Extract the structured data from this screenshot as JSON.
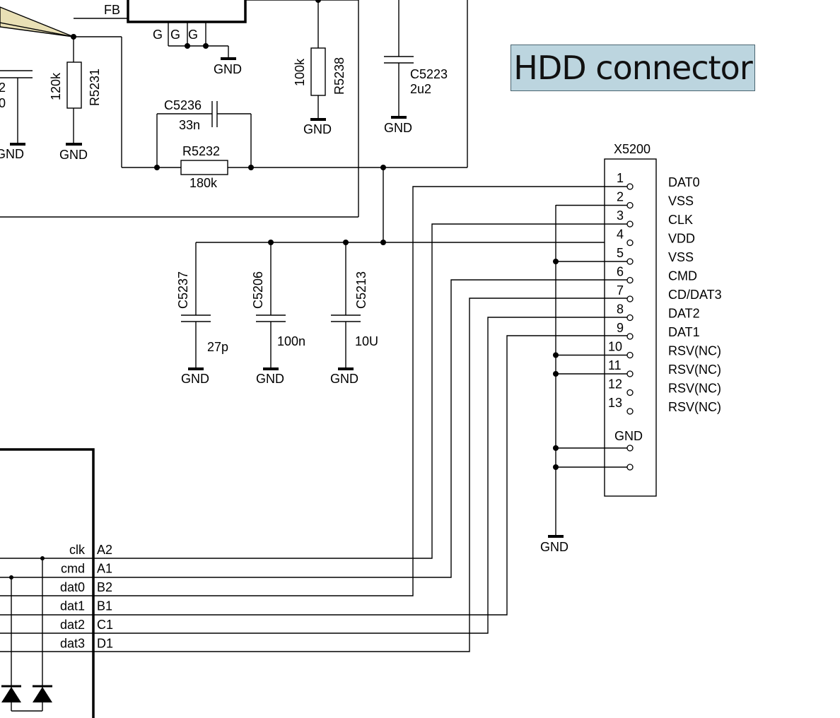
{
  "title": "HDD connector",
  "colors": {
    "title_bg": "#bcd5df",
    "title_border": "#4a6470",
    "wire": "#000000"
  },
  "labels": {
    "fb": "FB",
    "g": "G",
    "gnd": "GND"
  },
  "components": {
    "r5231": {
      "ref": "R5231",
      "value": "120k"
    },
    "r5238": {
      "ref": "R5238",
      "value": "100k"
    },
    "c5223": {
      "ref": "C5223",
      "value": "2u2"
    },
    "c5236": {
      "ref": "C5236",
      "value": "33n"
    },
    "r5232": {
      "ref": "R5232",
      "value": "180k"
    },
    "c5237": {
      "ref": "C5237",
      "value": "27p"
    },
    "c5206": {
      "ref": "C5206",
      "value": "100n"
    },
    "c5213": {
      "ref": "C5213",
      "value": "10U"
    },
    "partial_left": {
      "a": "2",
      "b": "0"
    }
  },
  "connector": {
    "ref": "X5200",
    "pins": [
      {
        "num": "1",
        "signal": "DAT0"
      },
      {
        "num": "2",
        "signal": "VSS"
      },
      {
        "num": "3",
        "signal": "CLK"
      },
      {
        "num": "4",
        "signal": "VDD"
      },
      {
        "num": "5",
        "signal": "VSS"
      },
      {
        "num": "6",
        "signal": "CMD"
      },
      {
        "num": "7",
        "signal": "CD/DAT3"
      },
      {
        "num": "8",
        "signal": "DAT2"
      },
      {
        "num": "9",
        "signal": "DAT1"
      },
      {
        "num": "10",
        "signal": "RSV(NC)"
      },
      {
        "num": "11",
        "signal": "RSV(NC)"
      },
      {
        "num": "12",
        "signal": "RSV(NC)"
      },
      {
        "num": "13",
        "signal": "RSV(NC)"
      }
    ],
    "gnd_label": "GND"
  },
  "chip_pins": [
    {
      "net": "clk",
      "pin": "A2"
    },
    {
      "net": "cmd",
      "pin": "A1"
    },
    {
      "net": "dat0",
      "pin": "B2"
    },
    {
      "net": "dat1",
      "pin": "B1"
    },
    {
      "net": "dat2",
      "pin": "C1"
    },
    {
      "net": "dat3",
      "pin": "D1"
    }
  ]
}
